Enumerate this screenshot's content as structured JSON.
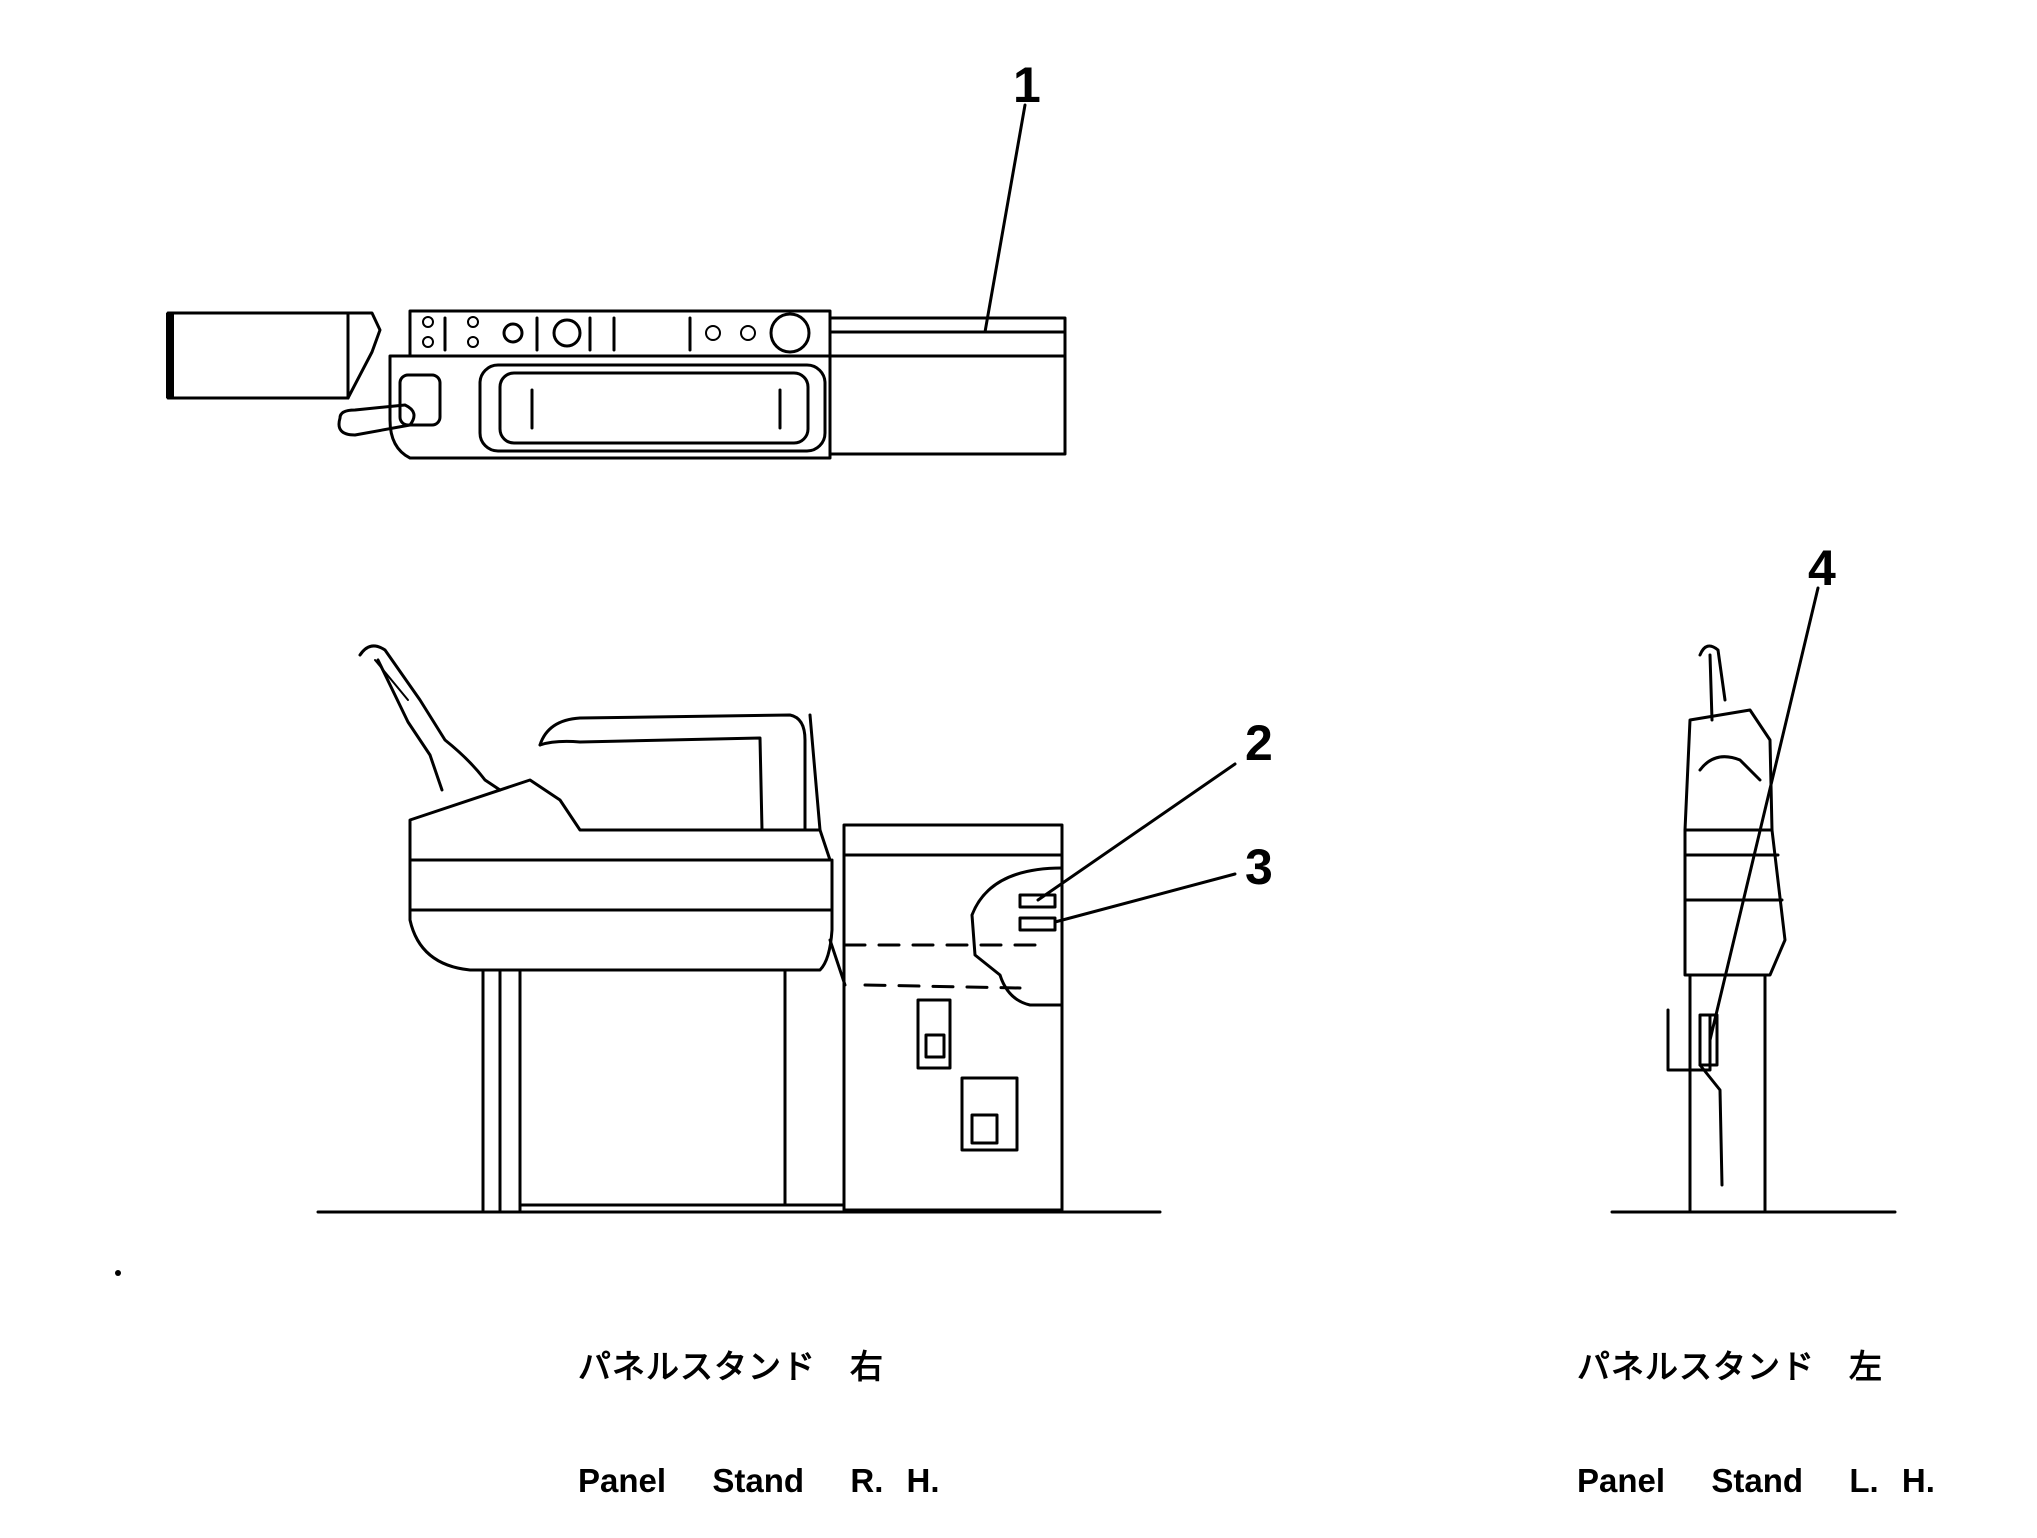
{
  "callouts": [
    "1",
    "2",
    "3",
    "4"
  ],
  "captions": {
    "right_hand": {
      "jp": "パネルスタンド　右",
      "en": "Panel  Stand  R. H."
    },
    "left_hand": {
      "jp": "パネルスタンド　左",
      "en": "Panel  Stand  L. H."
    }
  }
}
